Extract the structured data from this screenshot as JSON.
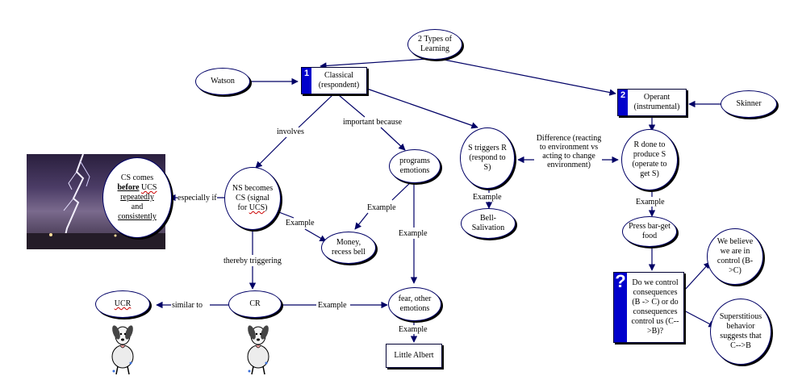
{
  "nodes": {
    "two_types": "2 Types of Learning",
    "watson": "Watson",
    "classical": {
      "num": "1",
      "line1": "Classical",
      "line2": "(respondent)"
    },
    "operant": {
      "num": "2",
      "line1": "Operant",
      "line2": "(instrumental)"
    },
    "skinner": "Skinner",
    "ns_becomes": "NS becomes CS (signal for UCS)",
    "ns_pre": "NS becomes CS (signal for ",
    "ns_ucs": "UCS",
    "ns_post": ")",
    "programs": "programs emotions",
    "s_triggers": "S triggers R (respond to S)",
    "r_done": "R done to produce S (operate to get S)",
    "cs_comes": {
      "a": "CS comes",
      "before": "before",
      "ucs": "UCS",
      "repeatedly": "repeatedly",
      "and": "and",
      "consistently": "consistently"
    },
    "money": "Money, recess bell",
    "bell": "Bell-Salivation",
    "press_bar": "Press bar-get food",
    "ucr": "UCR",
    "cr": "CR",
    "fear": "fear, other emotions",
    "little_albert": "Little Albert",
    "question": {
      "mark": "?",
      "text": "Do we control consequences (B -> C) or do consequences control us (C-->B)?"
    },
    "we_believe": "We believe we are in control (B->C)",
    "superstitious": "Superstitious behavior suggests that C-->B"
  },
  "labels": {
    "involves": "involves",
    "important_because": "important because",
    "difference": "Difference (reacting  to environment vs acting to change environment)",
    "especially_if": "especially if",
    "example_ns": "Example",
    "example_programs": "Example",
    "example_programs_fear": "Example",
    "example_s": "Example",
    "example_r": "Example",
    "example_cr": "Example",
    "example_fear": "Example",
    "thereby_triggering": "thereby triggering",
    "similar_to": "similar to"
  },
  "colors": {
    "line": "#000066",
    "accent": "#0000cc"
  }
}
